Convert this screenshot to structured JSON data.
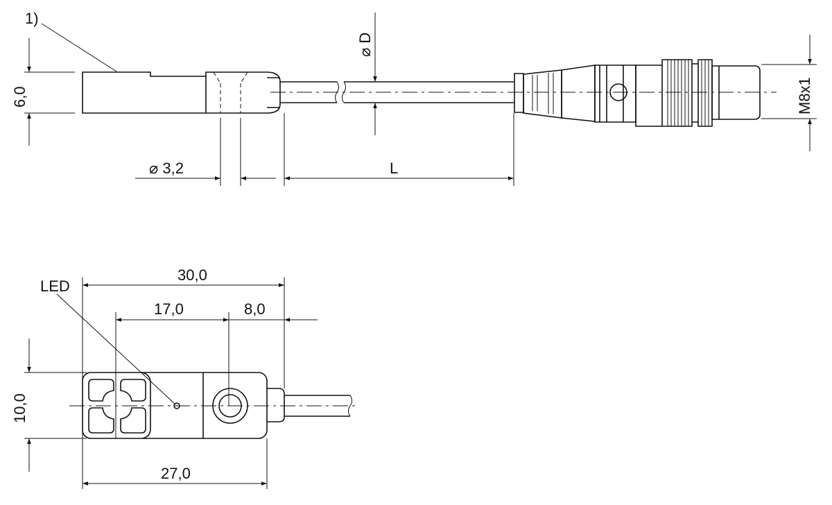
{
  "drawing": {
    "side_view": {
      "note_label": "1)",
      "height_dim": "6,0",
      "cable_diameter_dim": "⌀ D",
      "hole_diameter_dim": "⌀ 3,2",
      "cable_length_dim": "L",
      "thread_dim": "M8x1"
    },
    "top_view": {
      "led_label": "LED",
      "overall_length_dim": "30,0",
      "hole_position_dim": "17,0",
      "hole_offset_dim": "8,0",
      "width_dim": "10,0",
      "body_length_dim": "27,0"
    }
  }
}
